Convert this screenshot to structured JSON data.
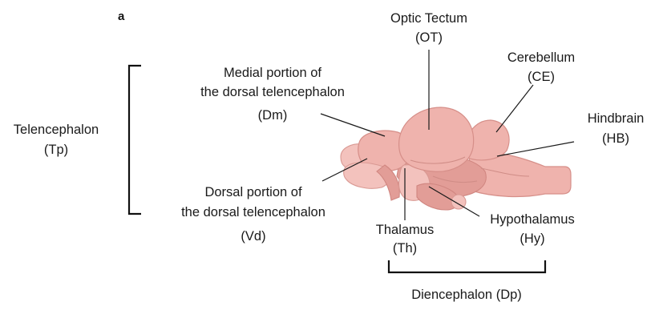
{
  "panel_label": "a",
  "labels": {
    "optic_tectum": {
      "name": "Optic Tectum",
      "abbr": "(OT)"
    },
    "cerebellum": {
      "name": "Cerebellum",
      "abbr": "(CE)"
    },
    "medial_dorsal": {
      "line1": "Medial portion of",
      "line2": "the dorsal telencephalon",
      "abbr": "(Dm)"
    },
    "hindbrain": {
      "name": "Hindbrain",
      "abbr": "(HB)"
    },
    "telencephalon": {
      "name": "Telencephalon",
      "abbr": "(Tp)"
    },
    "dorsal_dorsal": {
      "line1": "Dorsal portion of",
      "line2": "the dorsal telencephalon",
      "abbr": "(Vd)"
    },
    "thalamus": {
      "name": "Thalamus",
      "abbr": "(Th)"
    },
    "hypothalamus": {
      "name": "Hypothalamus",
      "abbr": "(Hy)"
    },
    "diencephalon": {
      "name": "Diencephalon (Dp)"
    }
  },
  "colors": {
    "brain_fill": "#efb3ad",
    "brain_outline": "#d68f89",
    "text": "#1a1a1a"
  }
}
